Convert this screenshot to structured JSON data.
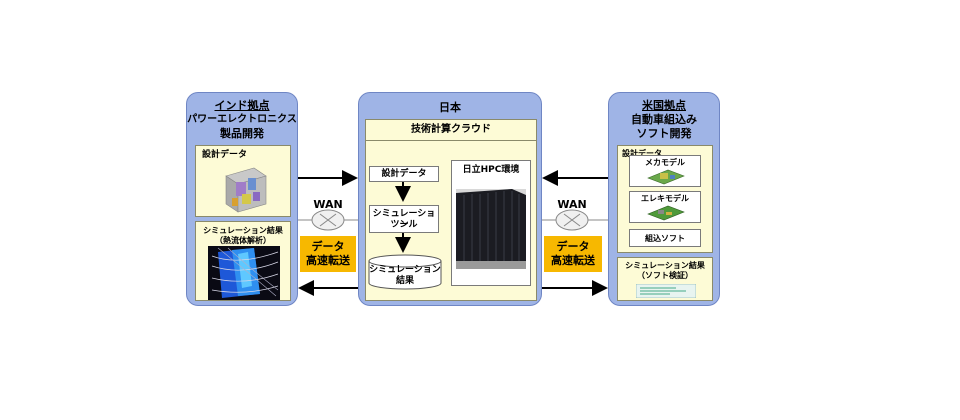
{
  "india": {
    "title_line1": "インド拠点",
    "title_line2": "パワーエレクトロニクス",
    "title_line3": "製品開発",
    "design_data": "設計データ",
    "sim_result": "シミュレーション結果",
    "sim_result_sub": "（熱流体解析）"
  },
  "japan": {
    "title": "日本",
    "cloud": "技術計算クラウド",
    "design_data": "設計データ",
    "sim_tool_line1": "シミュレーション",
    "sim_tool_line2": "ツール",
    "sim_result_line1": "シミュレーション",
    "sim_result_line2": "結果",
    "hpc": "日立HPC環境"
  },
  "usa": {
    "title_line1": "米国拠点",
    "title_line2": "自動車組込み",
    "title_line3": "ソフト開発",
    "design_data": "設計データ",
    "mech_model": "メカモデル",
    "elec_model": "エレキモデル",
    "embedded_soft": "組込ソフト",
    "sim_result": "シミュレーション結果",
    "sim_result_sub": "（ソフト検証）"
  },
  "links": {
    "left_wan": "WAN",
    "left_transfer_line1": "データ",
    "left_transfer_line2": "高速転送",
    "right_wan": "WAN",
    "right_transfer_line1": "データ",
    "right_transfer_line2": "高速転送"
  },
  "colors": {
    "panel": "#9fb4e6",
    "cream": "#fdfbd6",
    "transfer": "#f7b800"
  }
}
